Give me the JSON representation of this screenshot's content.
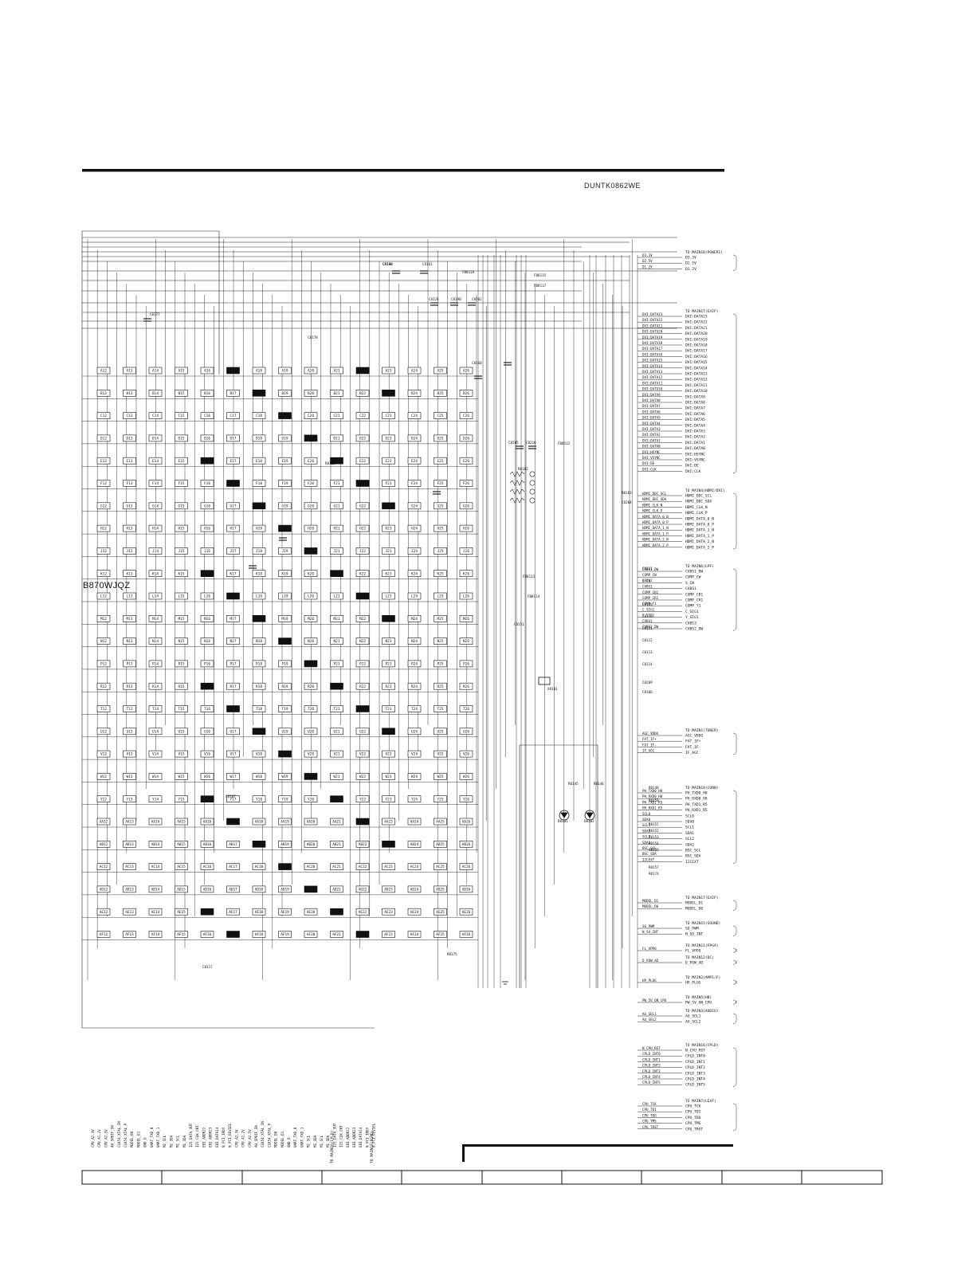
{
  "document": {
    "id": "DUNTK0862WE",
    "model_label": "B870WJQZ"
  },
  "right_connectors": [
    {
      "title": "TO MAIN1B(POWER1)",
      "signals": [
        "D3.3V",
        "D2.5V",
        "D1.2V"
      ]
    },
    {
      "title": "TO MAIN1T(EXIF)",
      "signals": [
        "DVI:DATA23",
        "DVI:DATA22",
        "DVI:DATA21",
        "DVI:DATA20",
        "DVI:DATA19",
        "DVI:DATA18",
        "DVI:DATA17",
        "DVI:DATA16",
        "DVI:DATA15",
        "DVI:DATA14",
        "DVI:DATA13",
        "DVI:DATA12",
        "DVI:DATA11",
        "DVI:DATA10",
        "DVI:DATA9",
        "DVI:DATA8",
        "DVI:DATA7",
        "DVI:DATA6",
        "DVI:DATA5",
        "DVI:DATA4",
        "DVI:DATA3",
        "DVI:DATA2",
        "DVI:DATA1",
        "DVI:DATA0",
        "DVI:HSYNC",
        "DVI:VSYNC",
        "DVI:DE",
        "DVI:CLK"
      ]
    },
    {
      "title": "TO MAIN4(HDMI/DVI)",
      "signals": [
        "HDMI_DDC_SCL",
        "HDMI_DDC_SDA",
        "HDMI_CLK_N",
        "HDMI_CLK_P",
        "HDMI_DATA_0_N",
        "HDMI_DATA_0_P",
        "HDMI_DATA_1_N",
        "HDMI_DATA_1_P",
        "HDMI_DATA_2_N",
        "HDMI_DATA_2_P"
      ]
    },
    {
      "title": "TO MAIN6(LPF)",
      "signals": [
        "CVBS1_DW",
        "COMP_CW",
        "S_CW",
        "CVBS1",
        "COMP_CB1",
        "COMP_CR1",
        "COMP_Y1",
        "C_SIG1",
        "Y_SIG1",
        "CVBS3",
        "CVBS2_DW"
      ]
    },
    {
      "title": "TO MAIN1(TUNER)",
      "signals": [
        "AGC_VDDO",
        "FAT_IF+",
        "FAT_IF-",
        "IF_AGC"
      ]
    },
    {
      "title": "TO MAIN10(CONN)",
      "signals": [
        "PH_TXD0_H8",
        "PH_RXD0_H8",
        "PH_TXD1_R5",
        "PH_RXD1_R5",
        "SCL0",
        "SDA0",
        "SCL1",
        "SDA1",
        "SCL2",
        "SDA2",
        "BSC_SCL",
        "BSC_SDA",
        "I2CEXT"
      ]
    },
    {
      "title": "TO MAIN17(EXIF)",
      "signals": [
        "MODEL_D1",
        "MODEL_D0"
      ]
    },
    {
      "title": "TO MAIN15(SOUND)",
      "signals": [
        "SO_PWM",
        "N_SO_INT"
      ]
    },
    {
      "title": "TO MAIN11(FPGA)",
      "signals": [
        "FL_VPPO"
      ]
    },
    {
      "title": "TO MAIN12(DC)",
      "signals": [
        "D_POW_AD"
      ]
    },
    {
      "title": "TO MAIN2(AMP1/F)",
      "signals": [
        "HP_PLUG"
      ]
    },
    {
      "title": "TO MAIN5(HB)",
      "signals": [
        "PW_5V_ON_CPU"
      ]
    },
    {
      "title": "TO MAIN3(AUDIO)",
      "signals": [
        "AU_SEL1",
        "AU_SEL2"
      ]
    },
    {
      "title": "TO MAIN16(CPLD)",
      "signals": [
        "N_CPU_RST",
        "CPLD_INT0",
        "CPLD_INT1",
        "CPLD_INT2",
        "CPLD_INT3",
        "CPLD_INT4",
        "CPLD_INT5"
      ]
    },
    {
      "title": "TO MAIN7(LEXF)",
      "signals": [
        "CPU_TCK",
        "CPU_TDI",
        "CPU_TDO",
        "CPU_TMS",
        "CPU_TRST"
      ]
    }
  ],
  "bga_rows": [
    "A",
    "B",
    "C",
    "D",
    "E",
    "F",
    "G",
    "H",
    "J",
    "K",
    "L",
    "M",
    "N",
    "P",
    "R",
    "T",
    "U",
    "V",
    "W",
    "Y",
    "AA",
    "AB",
    "AC",
    "AD",
    "AE",
    "AF"
  ],
  "bga_columns": [
    12,
    13,
    14,
    15,
    16,
    17,
    18,
    19,
    20,
    21,
    22,
    23,
    24,
    25,
    26
  ],
  "components": [
    "C8188",
    "C8161",
    "C8124",
    "C8190",
    "C8202",
    "FB8116",
    "FB8115",
    "FB8117",
    "FB8112",
    "FB8113",
    "FB8114",
    "C8151",
    "C8177",
    "C8178",
    "R8133",
    "R8182",
    "R8183",
    "C8204",
    "C8205",
    "C8210",
    "C8211",
    "C8212",
    "C8109",
    "C8110",
    "C8111",
    "C8112",
    "C8113",
    "C8114",
    "C8209",
    "C8106",
    "X8101",
    "D8101",
    "D8102",
    "R8145",
    "R8146",
    "R8148",
    "R8150",
    "R8151",
    "R8152",
    "R8153",
    "R8154",
    "R8155",
    "R8157",
    "R8174",
    "R8175",
    "C8107",
    "C8117",
    "C8160",
    "C8190"
  ],
  "cpu_labels": [
    "CPU_A2.3V",
    "CPU_A1.2V",
    "CPU_A2.5V",
    "AU_SPDIF_IN",
    "CLK54_XTAL_IN",
    "CLK54_XTAL_P",
    "MODEL_D0",
    "MODEL_D1",
    "GND_D",
    "UART_TXD_0",
    "UART_TXD_1",
    "M2_SCL",
    "M2_SDA",
    "M1_SCL",
    "M1_SDA",
    "I2S_DATA_OUT",
    "I2S_CLK_OUT",
    "EBI_ADDR22",
    "EBI_ADDR23",
    "EBI_DATA14",
    "N_PCI_IRDY",
    "N_PCI_DEVSEL"
  ],
  "bottom_destinations": [
    "TO MAIN16(CPLD)",
    "TO MAIN18(RGMD)"
  ],
  "title_block_cells": [
    "",
    "",
    "",
    "",
    "",
    "",
    "",
    "",
    "",
    "",
    ""
  ]
}
